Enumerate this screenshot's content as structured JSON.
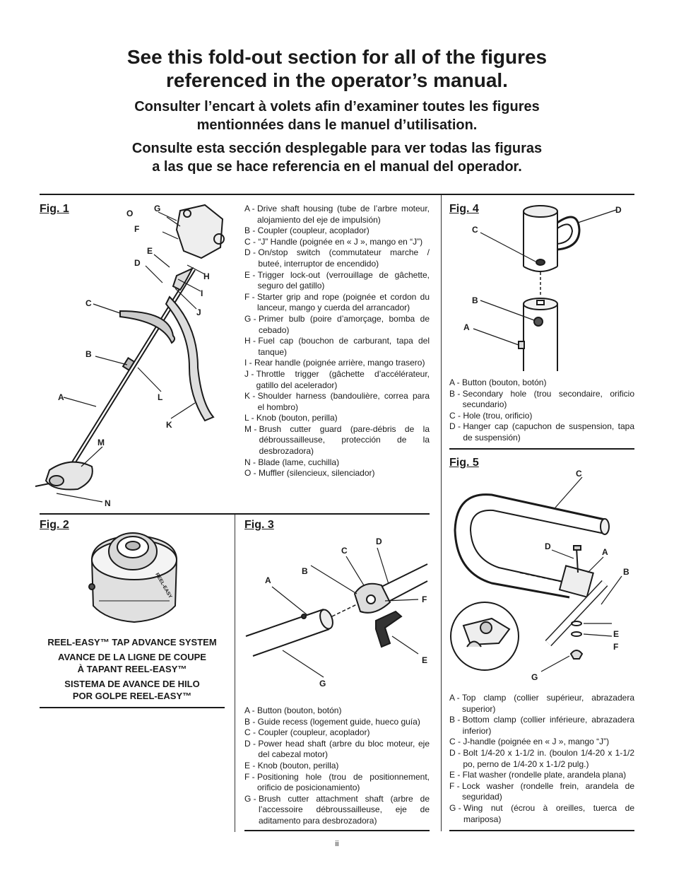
{
  "header": {
    "en": [
      "See this fold-out section for all of the figures",
      "referenced in the operator’s manual."
    ],
    "fr": [
      "Consulter l’encart à volets afin d’examiner toutes les figures",
      "mentionnées dans le manuel d’utilisation."
    ],
    "es": [
      "Consulte esta sección desplegable para ver todas las figuras",
      "a las que se hace referencia en el manual del operador."
    ]
  },
  "fig1": {
    "title": "Fig. 1",
    "callouts": [
      "O",
      "G",
      "F",
      "E",
      "D",
      "H",
      "I",
      "J",
      "C",
      "B",
      "A",
      "L",
      "K",
      "M",
      "N"
    ],
    "legend": [
      {
        "k": "A - ",
        "t": "Drive shaft housing (tube de l’arbre moteur, alojamiento del eje de impulsión)"
      },
      {
        "k": "B - ",
        "t": "Coupler (coupleur, acoplador)"
      },
      {
        "k": "C - ",
        "t": "“J” Handle (poignée en « J », mango en “J”)"
      },
      {
        "k": "D - ",
        "t": "On/stop switch (commutateur marche / buteé, interruptor de encendido)"
      },
      {
        "k": "E - ",
        "t": "Trigger lock-out (verrouillage de gâchette, seguro del gatillo)"
      },
      {
        "k": "F - ",
        "t": "Starter grip and rope (poignée et cordon du lanceur, mango y cuerda del arrancador)"
      },
      {
        "k": "G - ",
        "t": "Primer bulb (poire d’amorçage, bomba de cebado)"
      },
      {
        "k": "H - ",
        "t": "Fuel cap (bouchon de carburant, tapa del tanque)"
      },
      {
        "k": "I - ",
        "t": "Rear handle (poignée arrière, mango trasero)"
      },
      {
        "k": "J - ",
        "t": "Throttle trigger (gâchette d’accélérateur, gatillo del acelerador)"
      },
      {
        "k": "K - ",
        "t": "Shoulder harness (bandoulière, correa para el hombro)"
      },
      {
        "k": "L - ",
        "t": "Knob (bouton, perilla)"
      },
      {
        "k": "M - ",
        "t": "Brush cutter guard (pare-débris de la débroussailleuse, protección de la desbrozadora)"
      },
      {
        "k": "N - ",
        "t": "Blade (lame, cuchilla)"
      },
      {
        "k": "O - ",
        "t": "Muffler (silencieux, silenciador)"
      }
    ]
  },
  "fig2": {
    "title": "Fig. 2",
    "head_text": "REEL-EASY",
    "caption": [
      "REEL-EASY™ TAP ADVANCE SYSTEM",
      "AVANCE DE LA LIGNE DE COUPE",
      "À TAPANT REEL-EASY™",
      "SISTEMA DE AVANCE DE HILO",
      "POR GOLPE REEL-EASY™"
    ]
  },
  "fig3": {
    "title": "Fig. 3",
    "callouts": [
      "D",
      "C",
      "B",
      "A",
      "F",
      "E",
      "G"
    ],
    "legend": [
      {
        "k": "A - ",
        "t": "Button (bouton, botón)"
      },
      {
        "k": "B - ",
        "t": "Guide recess (logement guide, hueco guía)"
      },
      {
        "k": "C - ",
        "t": "Coupler (coupleur, acoplador)"
      },
      {
        "k": "D - ",
        "t": "Power head shaft (arbre du bloc moteur, eje del cabezal motor)"
      },
      {
        "k": "E - ",
        "t": "Knob (bouton, perilla)"
      },
      {
        "k": "F - ",
        "t": "Positioning hole (trou de positionnement, orificio de posicionamiento)"
      },
      {
        "k": "G - ",
        "t": "Brush cutter attachment shaft (arbre de l’accessoire débroussailleuse, eje de aditamento para desbrozadora)"
      }
    ]
  },
  "fig4": {
    "title": "Fig. 4",
    "callouts": [
      "D",
      "C",
      "B",
      "A"
    ],
    "legend": [
      {
        "k": "A - ",
        "t": "Button (bouton, botón)"
      },
      {
        "k": "B - ",
        "t": "Secondary hole (trou secondaire, orificio secundario)"
      },
      {
        "k": "C - ",
        "t": "Hole (trou, orificio)"
      },
      {
        "k": "D - ",
        "t": "Hanger cap (capuchon de suspension, tapa de suspensión)"
      }
    ]
  },
  "fig5": {
    "title": "Fig. 5",
    "callouts": [
      "C",
      "D",
      "A",
      "B",
      "E",
      "F",
      "G"
    ],
    "legend": [
      {
        "k": "A - ",
        "t": "Top clamp (collier supérieur, abrazadera superior)"
      },
      {
        "k": "B - ",
        "t": "Bottom clamp (collier inférieure, abrazadera inferior)"
      },
      {
        "k": "C - ",
        "t": "J-handle (poignée en « J », mango “J”)"
      },
      {
        "k": "D - ",
        "t": "Bolt 1/4-20 x 1-1/2 in. (boulon 1/4-20 x 1-1/2 po, perno de 1/4-20 x 1-1/2 pulg.)"
      },
      {
        "k": "E - ",
        "t": "Flat washer (rondelle plate, arandela plana)"
      },
      {
        "k": "F - ",
        "t": "Lock washer (rondelle frein, arandela de seguridad)"
      },
      {
        "k": "G - ",
        "t": "Wing nut (écrou à oreilles, tuerca de mariposa)"
      }
    ]
  },
  "page_number": "ii"
}
